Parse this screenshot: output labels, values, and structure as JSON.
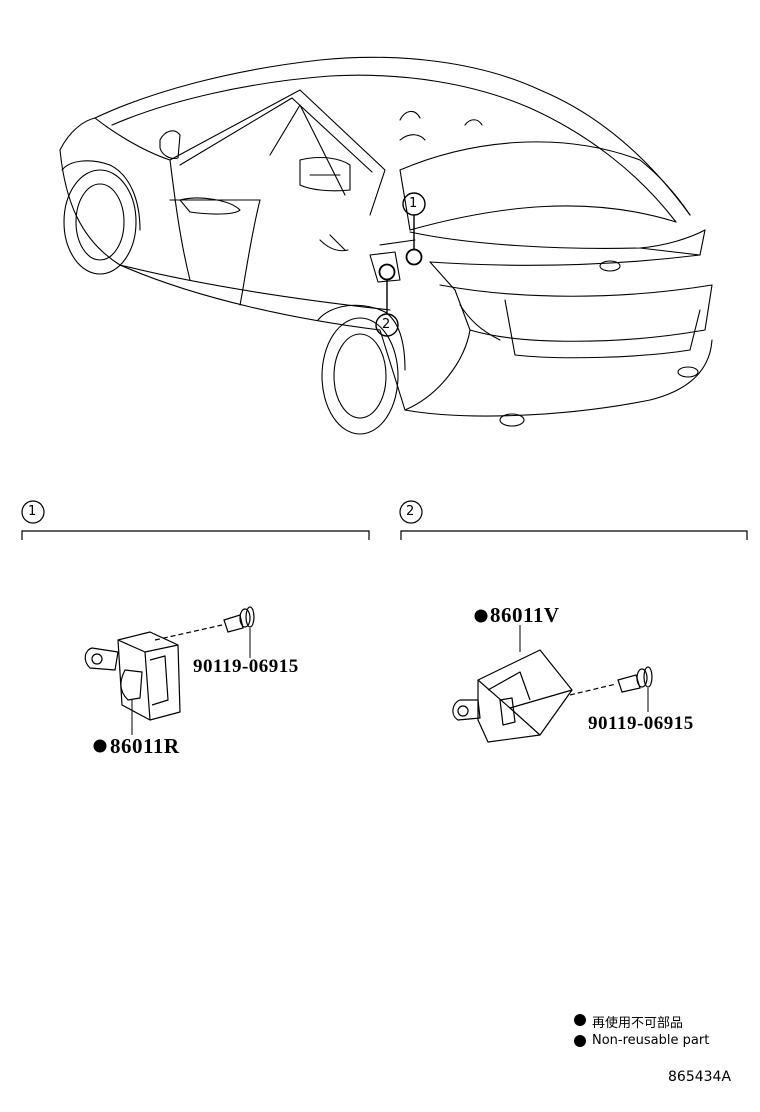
{
  "callouts": {
    "c1": "1",
    "c2": "2"
  },
  "section1": {
    "callout": "1",
    "bolt_part": "90119-06915",
    "sensor_part": "86011R"
  },
  "section2": {
    "callout": "2",
    "sensor_part": "86011V",
    "bolt_part": "90119-06915"
  },
  "legend": {
    "line1": "再使用不可部品",
    "line2": "Non-reusable part"
  },
  "diagram_code": "865434A"
}
